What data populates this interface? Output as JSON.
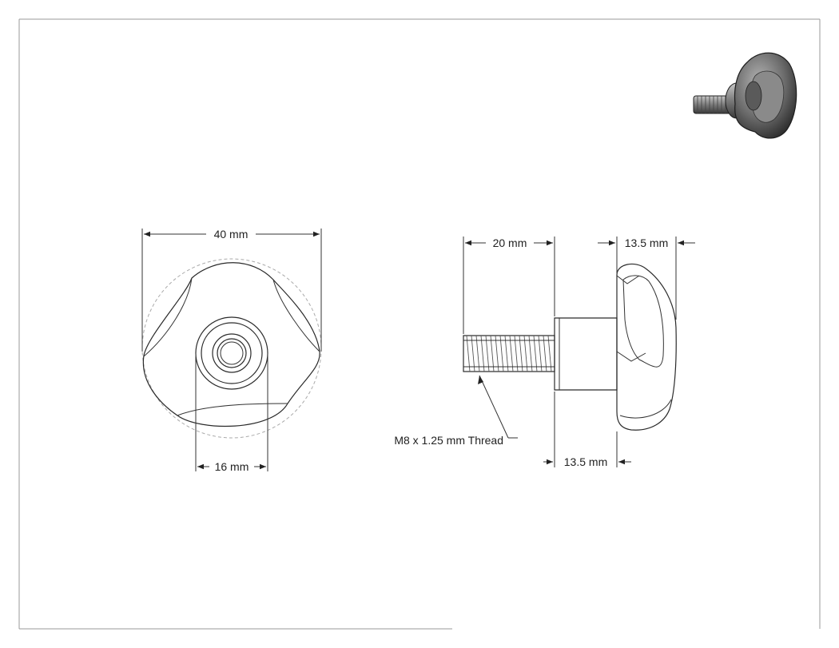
{
  "drawing": {
    "title": "",
    "dimensions": {
      "overall_diameter": "40 mm",
      "hub_diameter": "16 mm",
      "thread_length": "20 mm",
      "knob_width_top": "13.5 mm",
      "knob_width_bottom": "13.5 mm"
    },
    "callouts": {
      "thread_spec": "M8 x 1.25 mm Thread"
    }
  },
  "colors": {
    "line": "#2a2a2a",
    "frame": "#888888",
    "phantom": "#aaaaaa",
    "render_dark": "#3c3c3c",
    "render_light": "#9a9a9a"
  },
  "icons": {
    "preview": "isometric-knob-render"
  }
}
